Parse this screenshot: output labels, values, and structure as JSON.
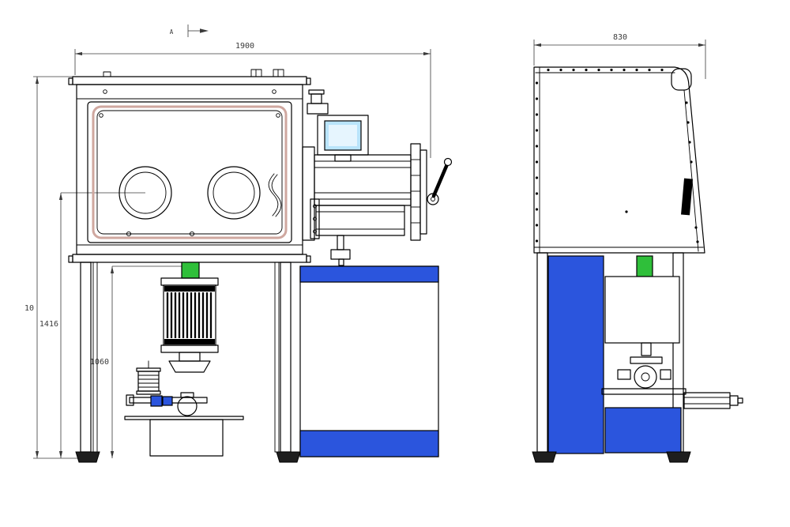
{
  "annotations": {
    "section_marker": "A",
    "front_width": "1900",
    "side_width": "830",
    "overall_height": "10",
    "inner_height": "1416",
    "stand_height": "1060"
  },
  "colors": {
    "line": "#000000",
    "accent_blue": "#2b55dd",
    "accent_green": "#2fbf3a",
    "screen_blue": "#b9e4fb",
    "screen_highlight": "#e6f5fe",
    "gasket": "#cfa79f",
    "paper": "#ffffff"
  }
}
